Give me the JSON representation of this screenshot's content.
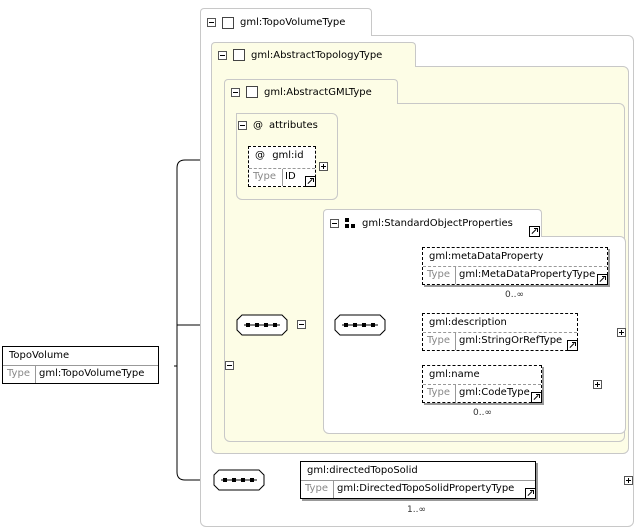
{
  "root": {
    "name": "TopoVolume",
    "type_label": "Type",
    "type_value": "gml:TopoVolumeType"
  },
  "groups": {
    "topo_volume_type": "gml:TopoVolumeType",
    "abstract_topology_type": "gml:AbstractTopologyType",
    "abstract_gml_type": "gml:AbstractGMLType",
    "attributes": "attributes",
    "standard_object_properties": "gml:StandardObjectProperties"
  },
  "attribute_id": {
    "name": "gml:id",
    "type_label": "Type",
    "type_value": "ID"
  },
  "elements": {
    "meta_data_property": {
      "name": "gml:metaDataProperty",
      "type_label": "Type",
      "type_value": "gml:MetaDataPropertyType",
      "cardinality": "0..∞"
    },
    "description": {
      "name": "gml:description",
      "type_label": "Type",
      "type_value": "gml:StringOrRefType"
    },
    "name": {
      "name": "gml:name",
      "type_label": "Type",
      "type_value": "gml:CodeType",
      "cardinality": "0..∞"
    },
    "directed_topo_solid": {
      "name": "gml:directedTopoSolid",
      "type_label": "Type",
      "type_value": "gml:DirectedTopoSolidPropertyType",
      "cardinality": "1..∞"
    }
  },
  "symbols": {
    "attribute_at": "@"
  },
  "colors": {
    "inner_fill": "#fdfde6",
    "frame": "#c8c8c8",
    "line": "#000000"
  }
}
